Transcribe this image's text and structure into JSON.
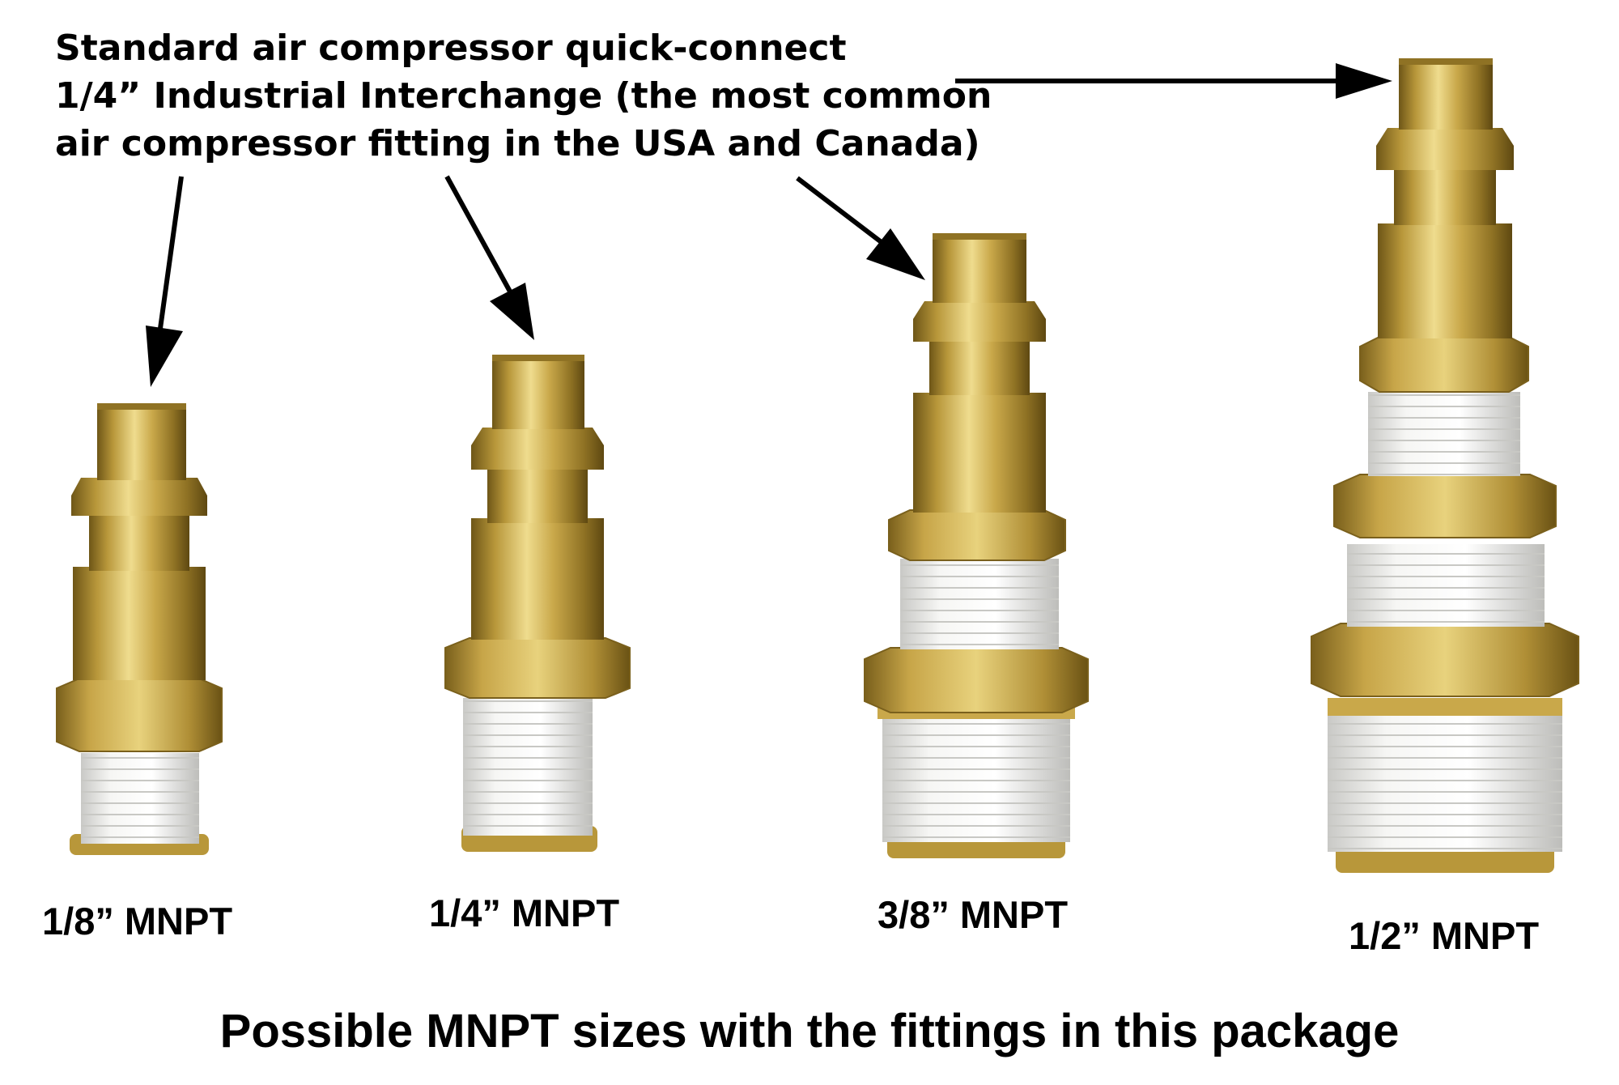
{
  "header": {
    "lines": [
      "Standard air compressor quick-connect",
      "1/4” Industrial Interchange (the most common",
      "air compressor fitting in the USA and Canada)"
    ]
  },
  "fittings": [
    {
      "label": "1/8” MNPT"
    },
    {
      "label": "1/4” MNPT"
    },
    {
      "label": "3/8” MNPT"
    },
    {
      "label": "1/2” MNPT"
    }
  ],
  "footer": "Possible MNPT sizes with the fittings in this package",
  "colors": {
    "brass": "#b8973a",
    "brass_light": "#e6cf7c",
    "brass_dark": "#6e5617",
    "ptfe_tape": "#f4f4f2",
    "arrow": "#000000"
  }
}
